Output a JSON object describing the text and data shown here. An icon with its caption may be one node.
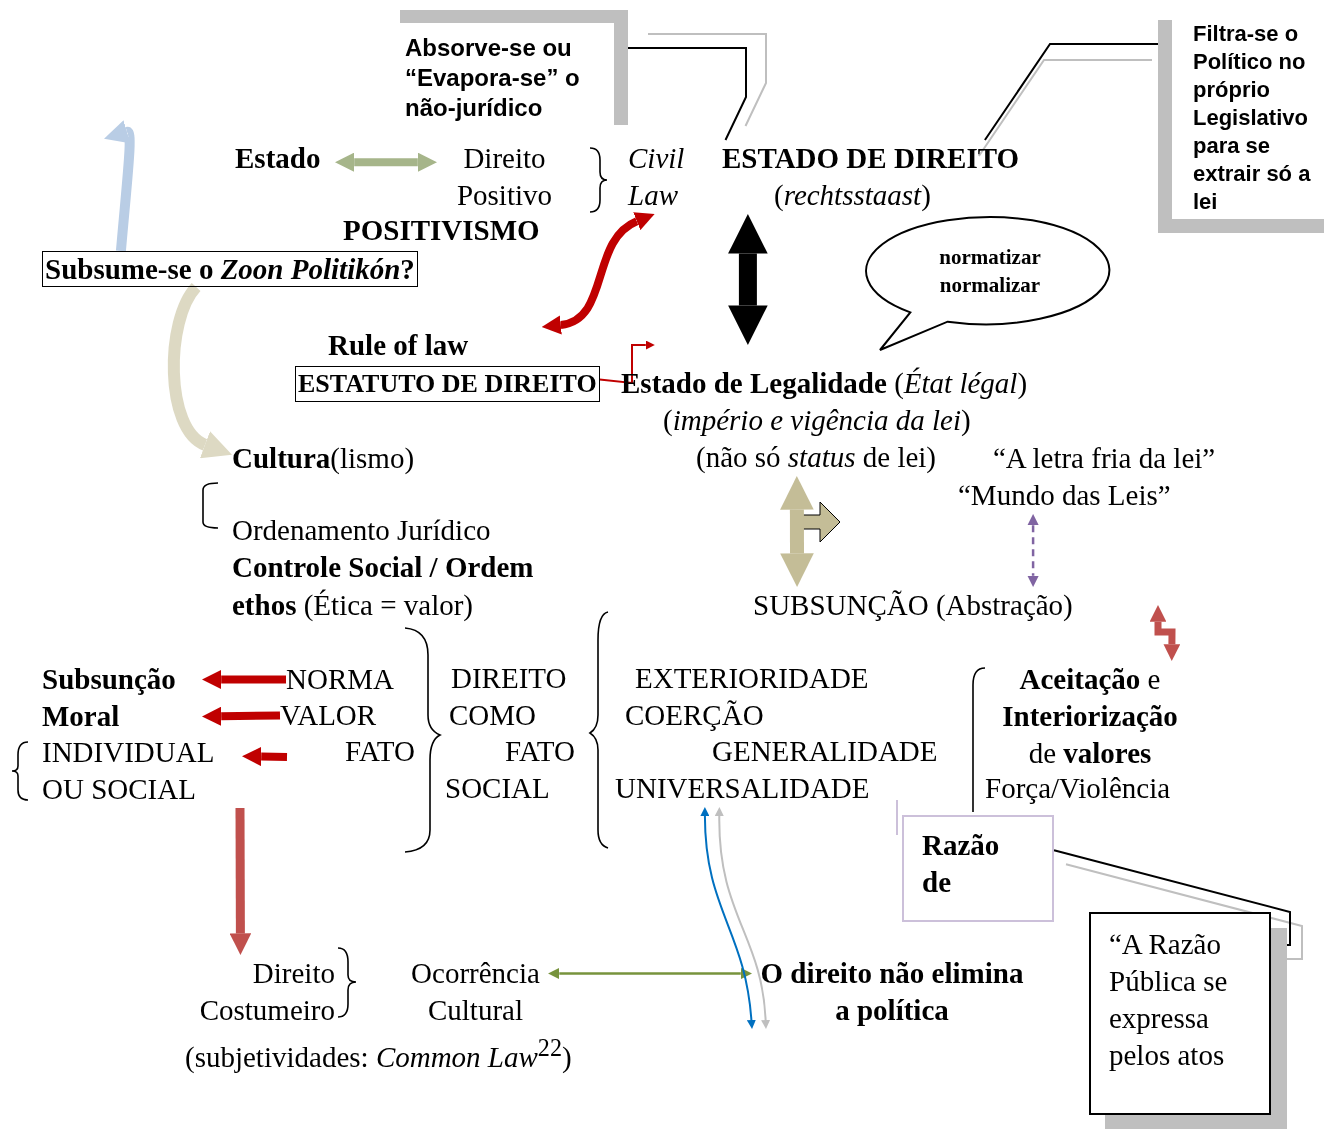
{
  "diagram": {
    "nodes": [
      {
        "text": [
          "Absorve-se ou “Evapora-se” o não-jurídico"
        ]
      },
      {
        "text": [
          "Filtra-se o Político no próprio Legislativo para se extrair só a lei"
        ]
      },
      {
        "text": [
          "Estado"
        ]
      },
      {
        "text": [
          "Direito Positivo"
        ]
      },
      {
        "text": [
          "Civil Law"
        ]
      },
      {
        "text": [
          "ESTADO DE DIREITO",
          "(*rechtsstaast*)"
        ]
      },
      {
        "text": [
          "POSITIVISMO"
        ]
      },
      {
        "text": [
          "Subsume-se o *Zoon Politikón*?"
        ]
      },
      {
        "text": [
          "normatizar normalizar"
        ]
      },
      {
        "text": [
          "Rule of law",
          "ESTATUTO DE DIREITO"
        ]
      },
      {
        "text": [
          "**Estado de Legalidade** (*État légal*)",
          "(*império e vigência da lei*)",
          "(não só *status* de lei)"
        ]
      },
      {
        "text": [
          "**Cultura**(lismo)"
        ]
      },
      {
        "text": [
          "“A letra fria da lei”",
          "“Mundo das Leis”"
        ]
      },
      {
        "text": [
          "SUBSUNÇÃO (Abstração)"
        ]
      },
      {
        "text": [
          "Subsunção Moral"
        ]
      },
      {
        "text": [
          "NORMA"
        ]
      },
      {
        "text": [
          "VALOR"
        ]
      },
      {
        "text": [
          "INDIVIDUAL OU SOCIAL"
        ]
      },
      {
        "text": [
          "**Aceitação** e **Interiorização** de **valores**"
        ]
      },
      {
        "text": [
          "Razão de"
        ]
      },
      {
        "text": [
          "“A Razão Pública se expressa pelos atos"
        ]
      },
      {
        "text": [
          "Direito Costumeiro"
        ]
      },
      {
        "text": [
          "Ocorrência Cultural"
        ]
      },
      {
        "text": [
          "O direito não elimina a política"
        ]
      },
      {
        "text": [
          "UNIVERSALIDADE"
        ]
      }
    ],
    "edges": [
      {
        "from": 0,
        "to": 5,
        "arrow": "none",
        "color": "#000000"
      },
      {
        "from": 1,
        "to": 5,
        "arrow": "none",
        "color": "#000000"
      },
      {
        "from": 2,
        "to": 3,
        "arrow": "both",
        "color": "#a6b58a"
      },
      {
        "from": 7,
        "to": null,
        "arrow": "to",
        "color": "#b9cde5"
      },
      {
        "from": 4,
        "to": 9,
        "arrow": "both",
        "color": "#c00000"
      },
      {
        "from": 5,
        "to": 10,
        "arrow": "both",
        "style": "thick",
        "color": "#000000"
      },
      {
        "from": 9,
        "to": 10,
        "arrow": "to",
        "color": "#c00000"
      },
      {
        "from": 7,
        "to": 11,
        "arrow": "to",
        "color": "#ddd9c3"
      },
      {
        "from": 10,
        "to": 13,
        "arrow": "both",
        "color": "#c4bd97"
      },
      {
        "from": 12,
        "to": 13,
        "arrow": "both",
        "style": "dashed",
        "color": "#8064a2"
      },
      {
        "from": null,
        "to": 18,
        "arrow": "both",
        "color": "#c0504d"
      },
      {
        "from": 15,
        "to": 14,
        "arrow": "to",
        "color": "#c00000"
      },
      {
        "from": 16,
        "to": 14,
        "arrow": "to",
        "color": "#c00000"
      },
      {
        "from": null,
        "to": 17,
        "arrow": "to",
        "color": "#c00000"
      },
      {
        "from": 17,
        "to": 21,
        "arrow": "to",
        "color": "#c0504d"
      },
      {
        "from": 22,
        "to": 23,
        "arrow": "both",
        "color": "#77933c"
      },
      {
        "from": 23,
        "to": 24,
        "arrow": "both",
        "color": "#0070c0"
      },
      {
        "from": 19,
        "to": 20,
        "arrow": "none",
        "color": "#000000"
      },
      {
        "from": 23,
        "to": 24,
        "arrow": "both",
        "color": "#bfbfbf"
      }
    ],
    "labels": [
      "Ordenamento Jurídico",
      "Controle Social / Ordem",
      "**ethos** (Ética = valor)",
      "DIREITO",
      "EXTERIORIDADE",
      "COMO",
      "COERÇÃO",
      "FATO",
      "FATO",
      "GENERALIDADE",
      "SOCIAL",
      "Força/Violência",
      "(subjetividades: *Common Law*$^{22}$)"
    ]
  }
}
